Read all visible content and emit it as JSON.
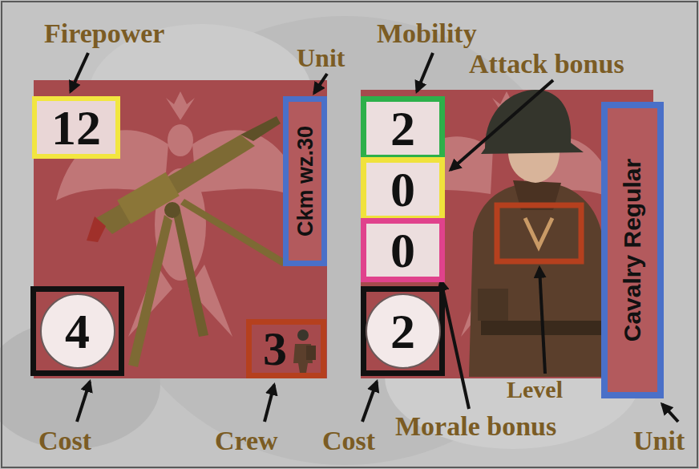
{
  "diagram": {
    "nodes": [
      {
        "text": [
          "12"
        ]
      },
      {
        "text": [
          "Ckm wz.30"
        ]
      },
      {
        "text": [
          "4"
        ]
      },
      {
        "text": [
          "3"
        ]
      },
      {
        "text": [
          "2"
        ]
      },
      {
        "text": [
          "0"
        ]
      },
      {
        "text": [
          "0"
        ]
      },
      {
        "text": [
          "2"
        ]
      },
      {
        "text": [
          "Cavalry Regular"
        ]
      }
    ],
    "labels": [
      "Firepower",
      "Unit",
      "Mobility",
      "Attack bonus",
      "Cost",
      "Crew",
      "Cost",
      "Level",
      "Morale bonus",
      "Unit"
    ]
  }
}
